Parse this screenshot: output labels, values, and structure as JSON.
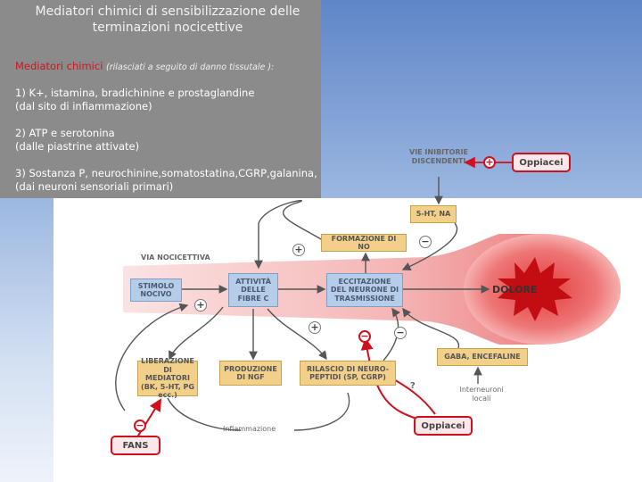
{
  "title": "Mediatori chimici di sensibilizzazione delle terminazioni nocicettive",
  "intro": {
    "head": "Mediatori chimici",
    "note": "(rilasciati a seguito di danno tissutale ):",
    "items": [
      {
        "line1": "1) K+, istamina, bradichinine e prostaglandine",
        "line2": "(dal sito di infiammazione)"
      },
      {
        "line1": "2) ATP e serotonina",
        "line2": "(dalle piastrine attivate)"
      },
      {
        "line1": "3) Sostanza P, neurochinine,somatostatina,CGRP,galanina,",
        "line2": "(dai neuroni sensoriali primari)"
      }
    ]
  },
  "diagram": {
    "vie_inibitorie": "VIE INIBITORIE DISCENDENTI",
    "oppiacei_top": "Oppiacei",
    "oppiacei_bottom": "Oppiacei",
    "ht_na": "5-HT, NA",
    "formazione_no": "FORMAZIONE DI NO",
    "via_nocicettiva": "VIA NOCICETTIVA",
    "stimolo_nocivo": "STIMOLO NOCIVO",
    "attivita_fibre": "ATTIVITÀ DELLE FIBRE C",
    "eccitazione": "ECCITAZIONE DEL NEURONE DI TRASMISSIONE",
    "dolore": "DOLORE",
    "gaba": "GABA, ENCEFALINE",
    "liberazione": "LIBERAZIONE DI MEDIATORI (BK, 5-HT, PG ecc.)",
    "produzione_ngf": "PRODUZIONE DI NGF",
    "rilascio_neuropeptidi": "RILASCIO DI NEURO-PEPTIDI (SP, CGRP)",
    "question": "?",
    "interneuroni": "Interneuroni locali",
    "infiammazione": "Infiammazione",
    "fans": "FANS",
    "plus": "+",
    "minus": "−"
  },
  "colors": {
    "accent_red": "#d0101c",
    "box_orange": "#f3d08a",
    "box_blue": "#b5cde8",
    "panel_gray": "#8b8b8b"
  }
}
